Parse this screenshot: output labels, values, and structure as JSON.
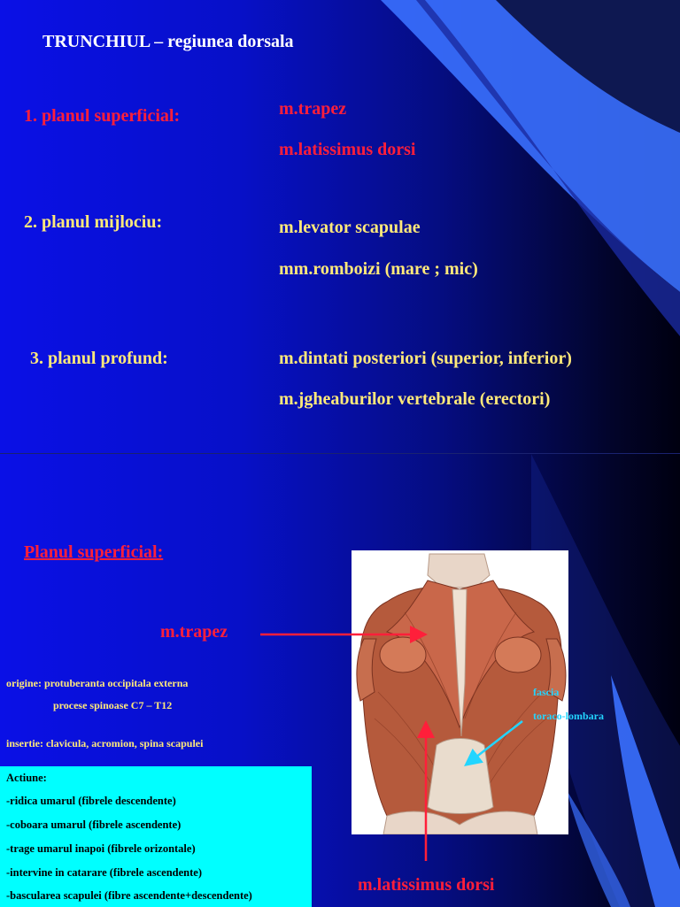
{
  "slide1": {
    "title": "TRUNCHIUL – regiunea dorsala",
    "planes": [
      {
        "label": "1. planul superficial:",
        "muscles": [
          "m.trapez",
          "m.latissimus dorsi"
        ]
      },
      {
        "label": "2. planul mijlociu:",
        "muscles": [
          "m.levator scapulae",
          "mm.romboizi (mare ; mic)"
        ]
      },
      {
        "label": "3. planul profund:",
        "muscles": [
          "m.dintati posteriori (superior, inferior)",
          "m.jgheaburilor vertebrale (erectori)"
        ]
      }
    ]
  },
  "slide2": {
    "heading": "Planul superficial:",
    "trapez_label": "m.trapez",
    "origine_1": "origine: protuberanta occipitala externa",
    "origine_2": "procese spinoase C7 – T12",
    "insertie": "insertie: clavicula, acromion, spina scapulei",
    "actiune": [
      "Actiune:",
      "-ridica umarul (fibrele descendente)",
      "-coboara umarul (fibrele ascendente)",
      "-trage umarul inapoi (fibrele orizontale)",
      "-intervine in catarare (fibrele ascendente)",
      "-bascularea scapulei (fibre ascendente+descendente)"
    ],
    "fascia_1": "fascia",
    "fascia_2": "toraco-lombara",
    "latissimus_label": "m.latissimus dorsi"
  },
  "colors": {
    "red": "#ff1f3a",
    "yellow": "#ffe97a",
    "cyan": "#00ffff",
    "blue": "#0a10e6"
  }
}
